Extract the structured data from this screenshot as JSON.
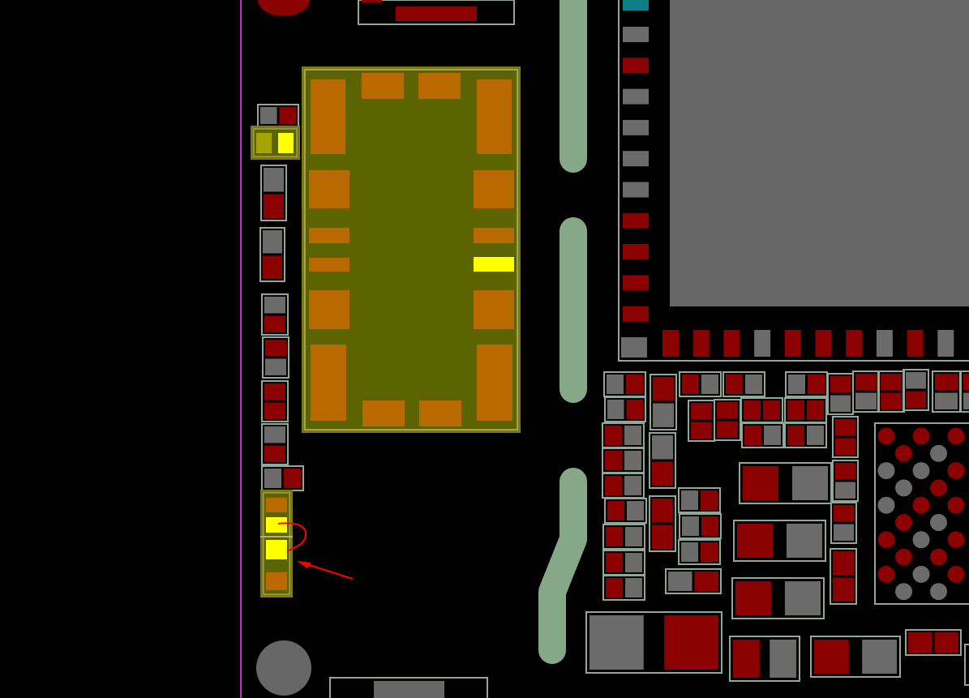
{
  "view": {
    "kind": "pcb-boardview",
    "background": "#000000",
    "board_edge_color": "#c02ac8",
    "colors": {
      "outline": "#8fa898",
      "pad_red": "#8b0000",
      "pad_gray": "#6b6b6b",
      "pad_orange": "#b86a00",
      "pad_yellow": "#ffff00",
      "ic_fill": "#5c6400",
      "ic_outline": "#b5b07a",
      "ic_frame": "#7a7a10",
      "trace": "#86a889",
      "big_ic_fill": "#676767",
      "teal": "#0e7f86",
      "annotation": "#ff0000"
    }
  },
  "annotation": {
    "type": "red-arrow-and-loop",
    "points_to": "highlighted-component-pad"
  }
}
